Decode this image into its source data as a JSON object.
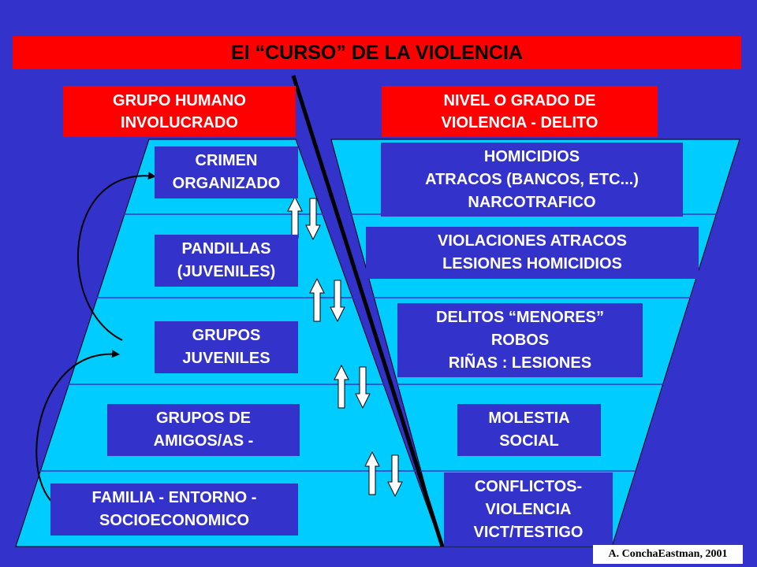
{
  "title": "El “CURSO” DE LA VIOLENCIA",
  "headers": {
    "left": "GRUPO HUMANO\nINVOLUCRADO",
    "right": "NIVEL O GRADO DE\nVIOLENCIA - DELITO"
  },
  "levels": [
    {
      "group": "CRIMEN\nORGANIZADO",
      "violence": "HOMICIDIOS\nATRACOS (BANCOS, ETC...)\nNARCOTRAFICO"
    },
    {
      "group": "PANDILLAS\n(JUVENILES)",
      "violence": "VIOLACIONES  ATRACOS\nLESIONES    HOMICIDIOS"
    },
    {
      "group": "GRUPOS\nJUVENILES",
      "violence": "DELITOS “MENORES”\nROBOS\nRIÑAS : LESIONES"
    },
    {
      "group": "GRUPOS DE\nAMIGOS/AS -",
      "violence": "MOLESTIA\nSOCIAL"
    },
    {
      "group": "FAMILIA - ENTORNO -\nSOCIOECONOMICO",
      "violence": "CONFLICTOS-\nVIOLENCIA\nVICT/TESTIGO"
    }
  ],
  "credit": "A. ConchaEastman, 2001",
  "colors": {
    "background": "#3333cc",
    "header": "#ff0000",
    "pyramid": "#00ccff",
    "text": "#ffffff"
  }
}
